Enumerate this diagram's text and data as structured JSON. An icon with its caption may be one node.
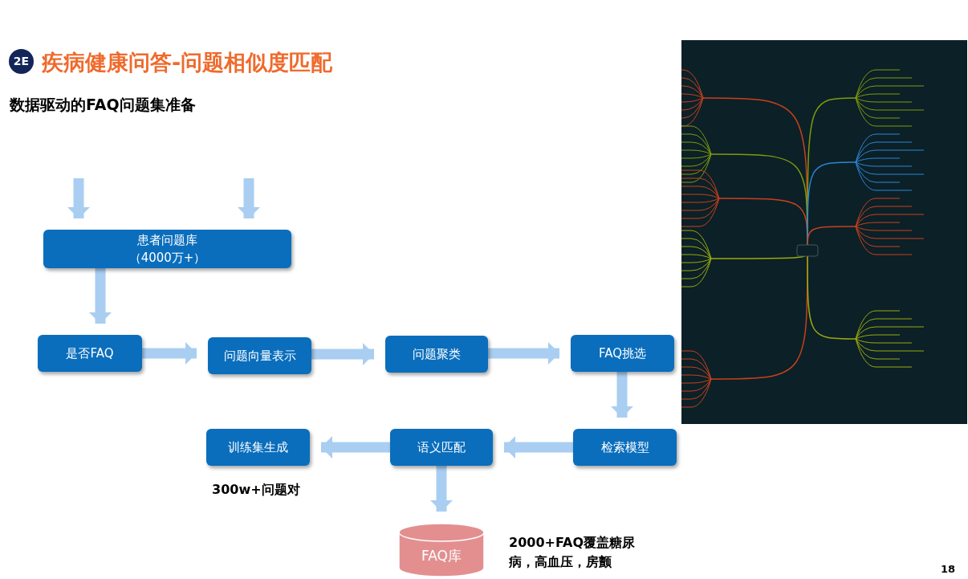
{
  "diagram": {
    "title": "疾病健康问答-问题相似度匹配",
    "nodes": [
      {
        "text": [
          "患者问题库",
          "（4000万+）"
        ]
      },
      {
        "text": [
          "是否FAQ"
        ]
      },
      {
        "text": [
          "问题向量表示"
        ]
      },
      {
        "text": [
          "问题聚类"
        ]
      },
      {
        "text": [
          "FAQ挑选"
        ]
      },
      {
        "text": [
          "检索模型"
        ]
      },
      {
        "text": [
          "语义匹配"
        ]
      },
      {
        "text": [
          "训练集生成"
        ],
        "beside": [
          "300w+问题对"
        ]
      },
      {
        "text": [
          "FAQ库"
        ],
        "beside": [
          "2000+FAQ覆盖糖尿病，高血压，房颤"
        ]
      }
    ],
    "edges": [
      {
        "from": null,
        "to": 0,
        "arrow": "to"
      },
      {
        "from": null,
        "to": 0,
        "arrow": "to"
      },
      {
        "from": 0,
        "to": 1,
        "arrow": "to"
      },
      {
        "from": 1,
        "to": 2,
        "arrow": "to"
      },
      {
        "from": 2,
        "to": 3,
        "arrow": "to"
      },
      {
        "from": 3,
        "to": 4,
        "arrow": "to"
      },
      {
        "from": 4,
        "to": 5,
        "arrow": "to"
      },
      {
        "from": 5,
        "to": 6,
        "arrow": "to"
      },
      {
        "from": 6,
        "to": 7,
        "arrow": "to"
      },
      {
        "from": 6,
        "to": 8,
        "arrow": "to"
      }
    ],
    "labels": [
      "2E",
      "数据驱动的FAQ问题集准备",
      "18"
    ]
  }
}
